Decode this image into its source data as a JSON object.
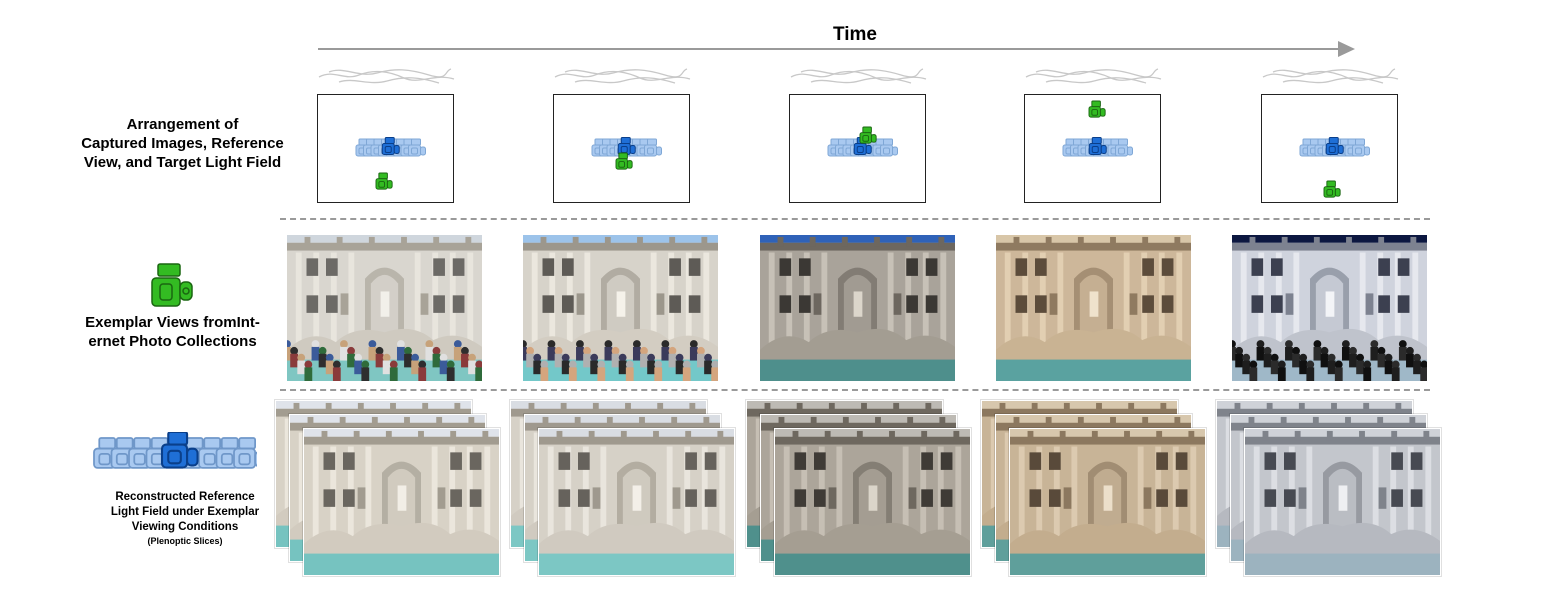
{
  "time_label": "Time",
  "row_labels": {
    "arrangement": [
      "Arrangement of",
      "Captured Images, Reference",
      "View, and Target Light Field"
    ],
    "exemplar": [
      "Exemplar Views fromInt-",
      "ernet Photo Collections"
    ],
    "reconstructed": [
      "Reconstructed Reference",
      "Light Field under Exemplar",
      "Viewing Conditions"
    ],
    "reconstructed_note": "(Plenoptic Slices)"
  },
  "colors": {
    "reference_camera": "#1f6fd6",
    "captured_camera": "#a9c9f0",
    "target_camera": "#33bb22",
    "arrow": "#9a9a9a",
    "divider": "#9a9a9a"
  },
  "icons": {
    "arrow": "time-arrow-icon",
    "cloud": "cloud-sketch-icon",
    "target_camera": "green-camera-icon",
    "camera_array": "camera-array-icon"
  }
}
